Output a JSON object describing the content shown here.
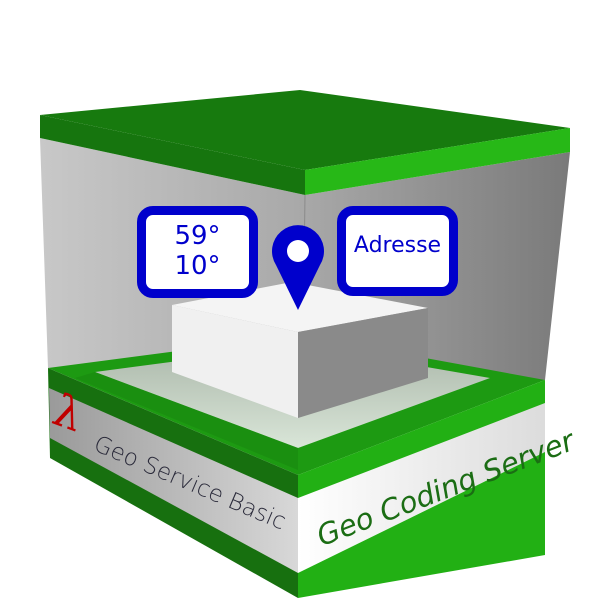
{
  "product": {
    "name": "Geo Coding Server",
    "series": "Geo Service Basic",
    "logo_glyph": "λ"
  },
  "tags": {
    "coordinates": {
      "lat": "59°",
      "lon": "10°"
    },
    "address": "Adresse"
  },
  "colors": {
    "green": "#22b014",
    "dark_green": "#17700f",
    "blue": "#0000cc",
    "text_green": "#1b6d14",
    "logo_red": "#c00000"
  }
}
